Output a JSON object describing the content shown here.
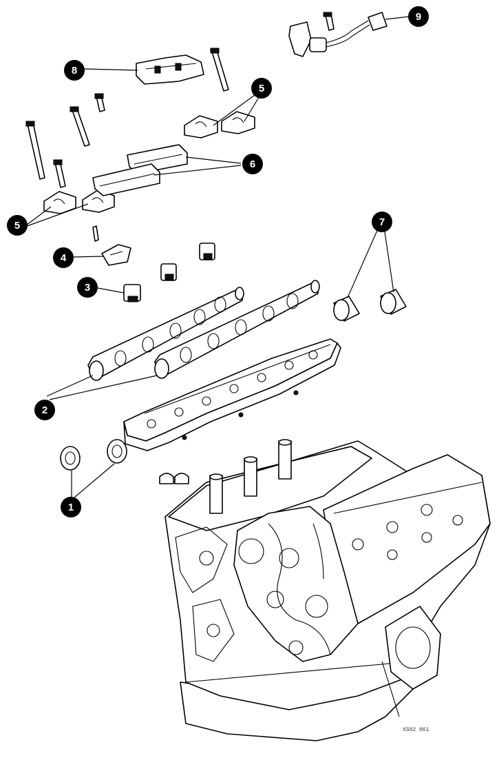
{
  "callouts": [
    "1",
    "2",
    "3",
    "4",
    "5",
    "5",
    "6",
    "7",
    "8",
    "9"
  ],
  "reference_code": "XS02 061",
  "colors": {
    "ink": "#000000",
    "paper": "#ffffff"
  }
}
